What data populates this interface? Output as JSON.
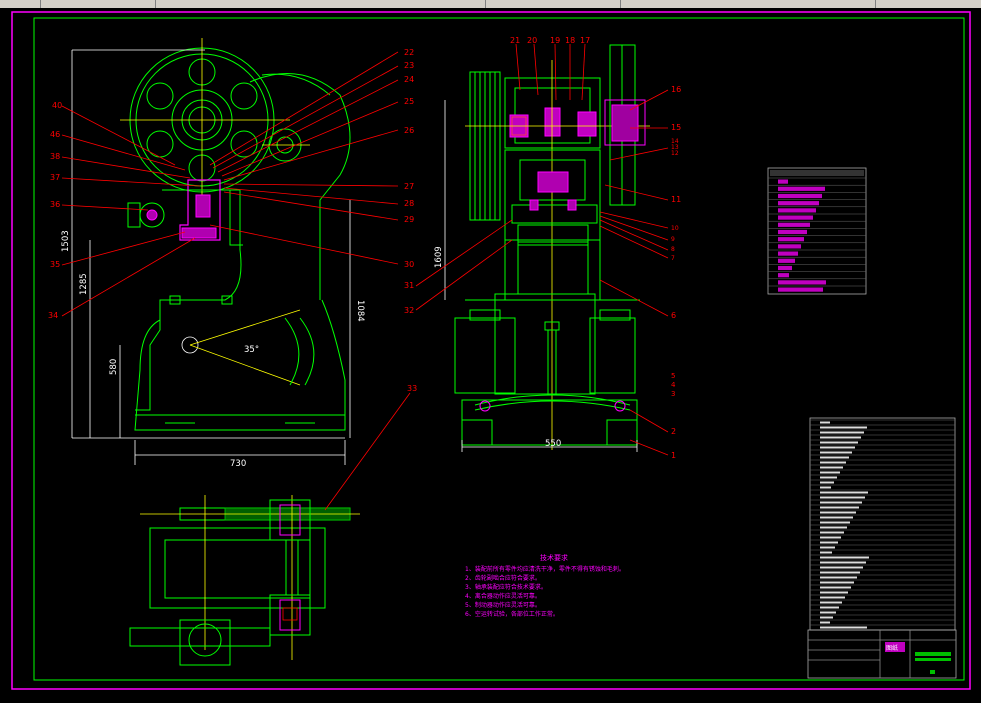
{
  "window": {
    "segments": 5
  },
  "drawing": {
    "part_labels": {
      "left": [
        "40",
        "46",
        "38",
        "37",
        "36",
        "35",
        "34"
      ],
      "top_mid": [
        "22",
        "23",
        "24",
        "25",
        "26",
        "27",
        "28",
        "29",
        "30"
      ],
      "top_right": [
        "21",
        "20",
        "19",
        "18",
        "17"
      ],
      "right": [
        "16",
        "15",
        "14",
        "13",
        "12",
        "11",
        "10",
        "9",
        "8",
        "7",
        "6",
        "5",
        "4",
        "3",
        "2",
        "1"
      ],
      "bottom": [
        "33"
      ],
      "section": [
        "31",
        "32"
      ]
    },
    "dimensions": {
      "width_left": "730",
      "width_right": "550",
      "height_1503": "1503",
      "height_1285": "1285",
      "height_580": "580",
      "height_1084": "1084",
      "height_1609": "1609",
      "angle": "35°"
    },
    "technical_requirements": {
      "title": "技术要求",
      "items": [
        "1、装配前所有零件均应清洗干净，零件不得有锈蚀和毛刺。",
        "2、齿轮副啮合应符合要求。",
        "3、轴承装配应符合技术要求。",
        "4、离合器动作应灵活可靠。",
        "5、制动器动作应灵活可靠。",
        "6、空运转试验，各部位工作正常。"
      ]
    },
    "title_block": {
      "name_cell": "图纸"
    },
    "accent_colors": {
      "sheet_border": "#ff00ff",
      "geometry": "#00ff00",
      "leader": "#ff0000",
      "centerline": "#ffff00",
      "dimension": "#ffffff"
    }
  }
}
